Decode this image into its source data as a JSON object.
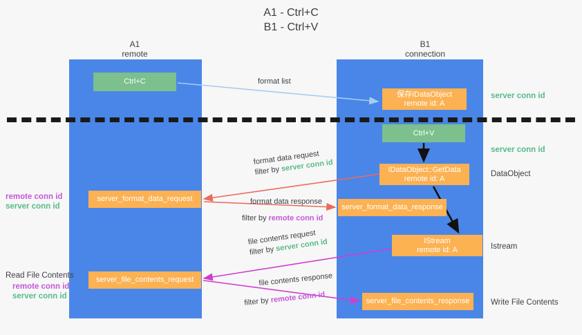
{
  "title": "A1 - Ctrl+C\nB1 - Ctrl+V",
  "columns": {
    "left": {
      "name": "A1",
      "role": "remote"
    },
    "right": {
      "name": "B1",
      "role": "connection"
    }
  },
  "nodes": {
    "ctrl_c": {
      "label": "Ctrl+C",
      "color": "#7bc08d"
    },
    "save_idataobject": {
      "line1": "保存IDataObject",
      "line2": "remote id: A",
      "color": "#fcb152"
    },
    "ctrl_v": {
      "label": "Ctrl+V",
      "color": "#7bc08d"
    },
    "getdata": {
      "line1": "IDataObject::GetData",
      "line2": "remote id: A",
      "color": "#fcb152"
    },
    "istream": {
      "line1": "IStream",
      "line2": "remote id: A",
      "color": "#fcb152"
    },
    "server_format_data_request": {
      "label": "server_format_data_request",
      "color": "#fcb152"
    },
    "server_format_data_response": {
      "label": "server_format_data_response",
      "color": "#fcb152"
    },
    "server_file_contents_request": {
      "label": "server_file_contents_request",
      "color": "#fcb152"
    },
    "server_file_contents_response": {
      "label": "server_file_contents_response",
      "color": "#fcb152"
    }
  },
  "edges": {
    "format_list": {
      "label": "format list",
      "color": "#a6cdf0"
    },
    "format_data_request": {
      "label": "format data request",
      "filter_prefix": "filter by ",
      "filter_value": "server conn id",
      "color": "#ea6b5c"
    },
    "format_data_response": {
      "label": "format data response",
      "filter_prefix": "filter by ",
      "filter_value": "remote conn id",
      "color": "#ea6b5c"
    },
    "file_contents_request": {
      "label": "file contents request",
      "filter_prefix": "filter by ",
      "filter_value": "server conn id",
      "color": "#cc3fd0"
    },
    "file_contents_response": {
      "label": "file contents response",
      "filter_prefix": "filter by ",
      "filter_value": "remote conn id",
      "color": "#cc3fd0"
    }
  },
  "side_labels": {
    "server_conn_id_1": "server conn id",
    "server_conn_id_2": "server conn id",
    "dataobject": "DataObject",
    "istream": "Istream",
    "write_file_contents": "Write File Contents",
    "read_file_contents": "Read File Contents",
    "remote_conn_id": "remote conn id",
    "server_conn_id": "server conn id"
  },
  "colors": {
    "lane": "#4a86e8",
    "green_node": "#7bc08d",
    "orange_node": "#fcb152",
    "server_conn_id": "#57bb8a",
    "remote_conn_id": "#c457d8",
    "red_arrow": "#ea6b5c",
    "magenta_arrow": "#cc3fd0",
    "light_blue_arrow": "#a6cdf0",
    "background": "#f7f7f7"
  }
}
